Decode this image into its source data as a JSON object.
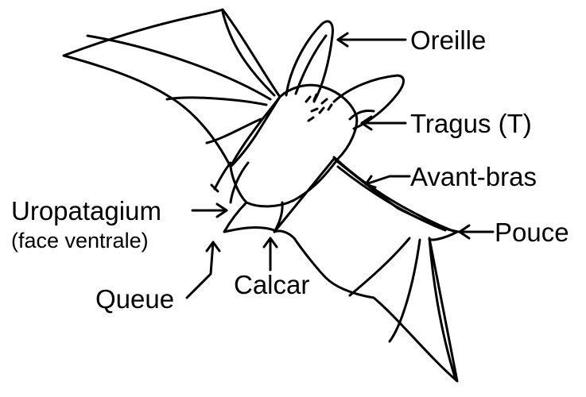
{
  "colors": {
    "ink": "#000000",
    "background": "#ffffff"
  },
  "labels": {
    "oreille": "Oreille",
    "tragus": "Tragus (T)",
    "avant_bras": "Avant-bras",
    "pouce": "Pouce",
    "uropatagium": "Uropatagium",
    "face_ventrale": "(face ventrale)",
    "queue": "Queue",
    "calcar": "Calcar"
  }
}
